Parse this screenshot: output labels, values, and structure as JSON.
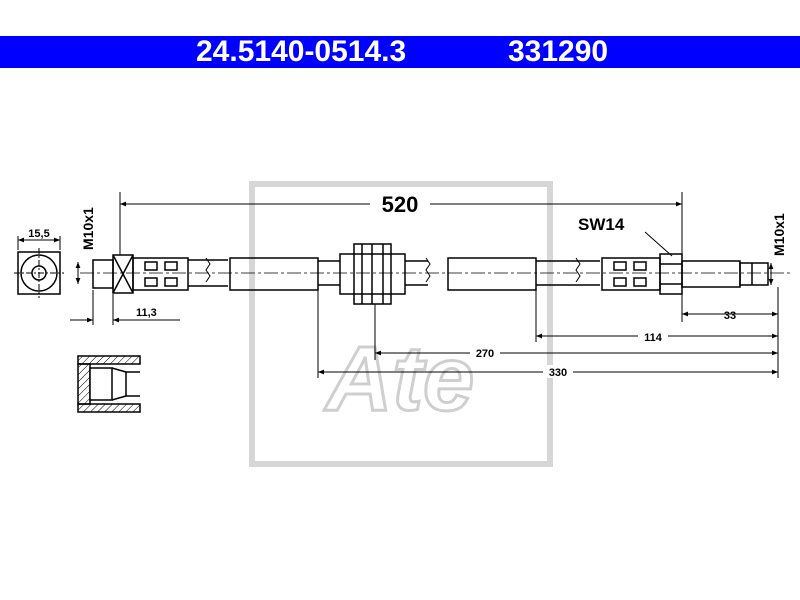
{
  "header": {
    "part_number": "24.5140-0514.3",
    "ref_number": "331290",
    "background": "#0000ff",
    "text_color": "#ffffff"
  },
  "dimensions": {
    "total_length": "520",
    "wrench_size": "SW14",
    "thread_left": "M10x1",
    "thread_right": "M10x1",
    "end_width": "15,5",
    "left_fitting_length": "11,3",
    "right_fitting_length": "33",
    "right_to_collar": "114",
    "collar_to_right": "270",
    "clip_to_right": "330"
  },
  "watermark": {
    "text": "Ate",
    "color": "#cfcfcf"
  }
}
